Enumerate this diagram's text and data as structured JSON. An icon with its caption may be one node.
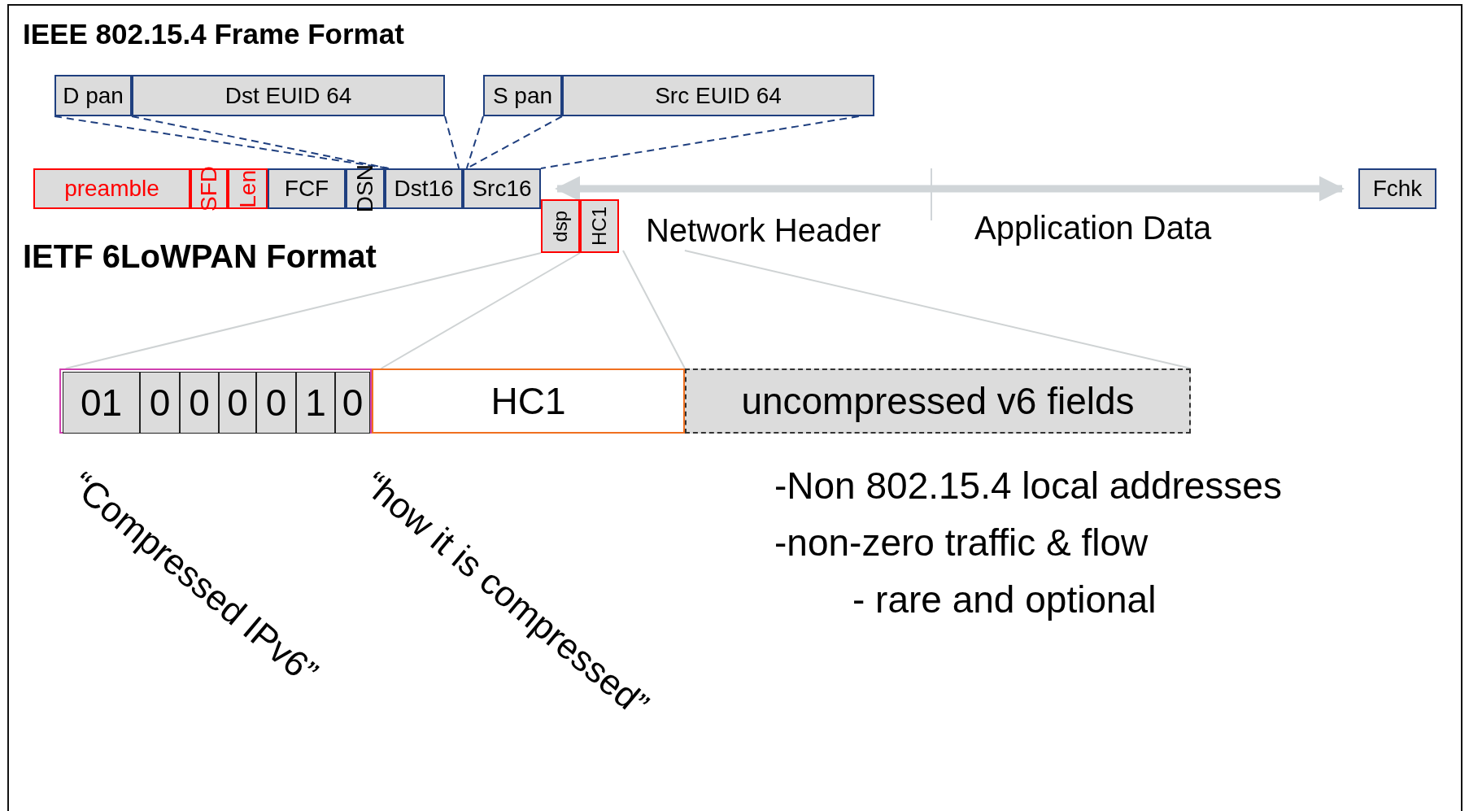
{
  "diagram": {
    "title": "IEEE 802.15.4 Frame Format",
    "nodes": [
      {
        "text": [
          "D pan"
        ]
      },
      {
        "text": [
          "Dst EUID 64"
        ]
      },
      {
        "text": [
          "S pan"
        ]
      },
      {
        "text": [
          "Src EUID 64"
        ]
      },
      {
        "text": [
          "preamble"
        ]
      },
      {
        "text": [
          "SFD"
        ]
      },
      {
        "text": [
          "Len"
        ]
      },
      {
        "text": [
          "FCF"
        ]
      },
      {
        "text": [
          "DSN"
        ]
      },
      {
        "text": [
          "Dst16"
        ]
      },
      {
        "text": [
          "Src16"
        ]
      },
      {
        "text": [
          "Fchk"
        ]
      },
      {
        "text": [
          "dsp"
        ]
      },
      {
        "text": [
          "HC1"
        ]
      },
      {
        "text": [
          "Network Header"
        ]
      },
      {
        "text": [],
        "shape": "box"
      },
      {
        "text": [
          "01"
        ],
        "in": 15
      },
      {
        "text": [
          "0"
        ],
        "in": 15
      },
      {
        "text": [
          "0"
        ],
        "in": 15
      },
      {
        "text": [
          "0"
        ],
        "in": 15
      },
      {
        "text": [
          "0"
        ],
        "in": 15
      },
      {
        "text": [
          "1"
        ],
        "in": 15
      },
      {
        "text": [
          "0"
        ],
        "in": 15
      },
      {
        "text": [
          "HC1"
        ]
      },
      {
        "text": [
          "uncompressed v6 fields"
        ]
      }
    ],
    "edges": [
      {
        "from": 0,
        "to": 9,
        "arrow": "none",
        "style": "dashed",
        "color": "#1f3f7f"
      },
      {
        "from": 1,
        "to": 9,
        "arrow": "none",
        "style": "dashed",
        "color": "#1f3f7f"
      },
      {
        "from": 1,
        "to": 9,
        "arrow": "none",
        "style": "dashed",
        "color": "#1f3f7f"
      },
      {
        "from": 2,
        "to": 10,
        "arrow": "none",
        "style": "dashed",
        "color": "#1f3f7f"
      },
      {
        "from": 3,
        "to": 10,
        "arrow": "none",
        "style": "dashed",
        "color": "#1f3f7f"
      },
      {
        "from": 3,
        "to": 10,
        "arrow": "none",
        "style": "dashed",
        "color": "#1f3f7f"
      },
      {
        "from": 10,
        "to": 11,
        "arrow": "both",
        "style": "thick",
        "color": "#d0d5d8"
      },
      {
        "from": 12,
        "to": 15,
        "arrow": "none",
        "color": "#cfd3d4"
      },
      {
        "from": 13,
        "to": 23,
        "arrow": "none",
        "color": "#cfd3d4"
      },
      {
        "from": 14,
        "to": 24,
        "arrow": "none",
        "color": "#cfd3d4"
      },
      {
        "from": 14,
        "to": 24,
        "arrow": "none",
        "color": "#cfd3d4"
      }
    ],
    "labels": [
      "IETF 6LoWPAN Format",
      "Application Data",
      "“Compressed IPv6”",
      "“how it is compressed”",
      "-Non 802.15.4 local addresses",
      "-non-zero traffic & flow",
      "- rare and optional"
    ]
  }
}
